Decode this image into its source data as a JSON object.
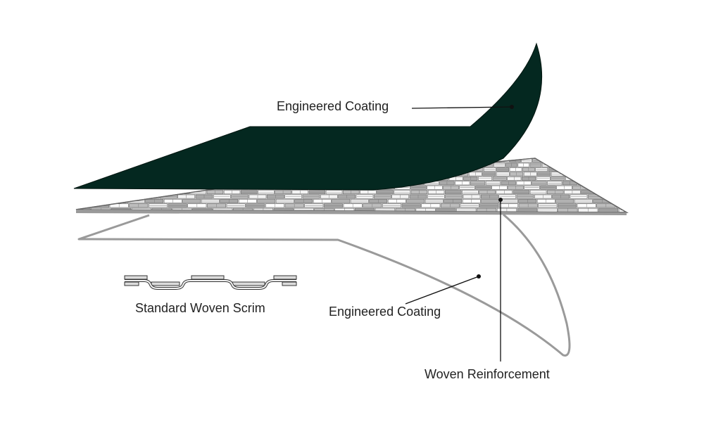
{
  "colors": {
    "coating": "#042820",
    "scrim_outline": "#888888",
    "bottom_coating_outline": "#9a9a9a",
    "leader_line": "#111111"
  },
  "labels": {
    "top_coating": "Engineered Coating",
    "bottom_coating": "Engineered Coating",
    "woven_reinforcement": "Woven Reinforcement",
    "standard_scrim": "Standard Woven Scrim"
  }
}
